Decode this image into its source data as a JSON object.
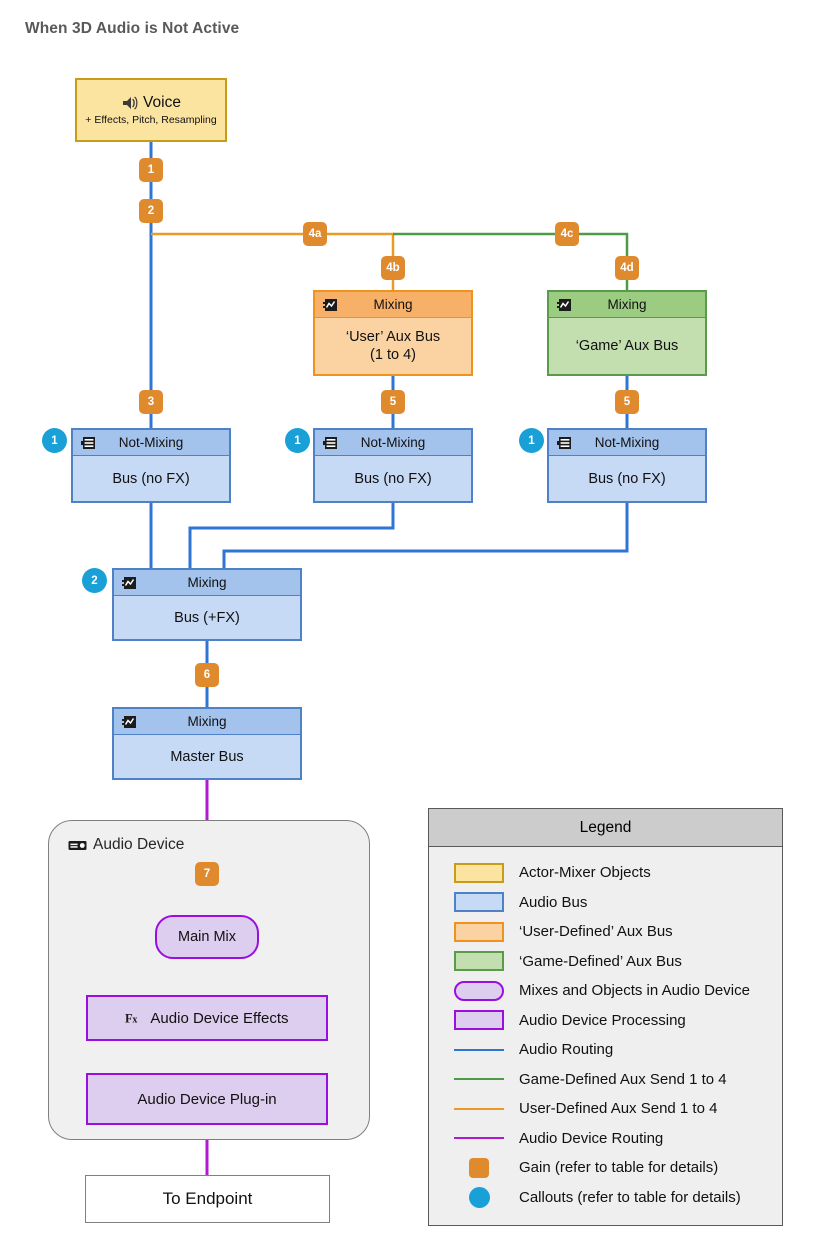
{
  "title": "When 3D Audio is Not Active",
  "colors": {
    "actor_mixer_fill": "#fbe3a0",
    "actor_mixer_stroke": "#c89b18",
    "audio_bus_fill": "#c6d9f5",
    "audio_bus_stroke": "#4f81c7",
    "user_aux_fill": "#fbd3a3",
    "user_aux_stroke": "#f0921e",
    "game_aux_fill": "#c3dfb0",
    "game_aux_stroke": "#5a9b4a",
    "device_fill": "#ddcdee",
    "device_stroke": "#9b0ee0",
    "audio_routing": "#2e75d4",
    "game_send": "#4e9b47",
    "user_send": "#eb9b24",
    "device_routing": "#b21ad1",
    "gain_badge": "#e08a2e",
    "callout_badge": "#18a0d7"
  },
  "nodes": {
    "voice": {
      "label": "Voice",
      "sublabel": "+ Effects, Pitch, Resampling",
      "icon": "voice-icon"
    },
    "user_aux": {
      "header": "Mixing",
      "body": "‘User’ Aux Bus\n(1 to 4)",
      "body_line1": "‘User’ Aux Bus",
      "body_line2": "(1 to 4)",
      "icon": "mixing-icon"
    },
    "game_aux": {
      "header": "Mixing",
      "body": "‘Game’ Aux Bus",
      "icon": "mixing-icon"
    },
    "bus_left": {
      "header": "Not-Mixing",
      "body": "Bus (no FX)",
      "icon": "not-mixing-icon",
      "callout": "1"
    },
    "bus_mid": {
      "header": "Not-Mixing",
      "body": "Bus (no FX)",
      "icon": "not-mixing-icon",
      "callout": "1"
    },
    "bus_right": {
      "header": "Not-Mixing",
      "body": "Bus (no FX)",
      "icon": "not-mixing-icon",
      "callout": "1"
    },
    "bus_fx": {
      "header": "Mixing",
      "body": "Bus (+FX)",
      "icon": "mixing-icon",
      "callout": "2"
    },
    "master_bus": {
      "header": "Mixing",
      "body": "Master Bus",
      "icon": "mixing-icon"
    },
    "audio_device": {
      "label": "Audio Device",
      "icon": "audio-device-icon"
    },
    "main_mix": {
      "label": "Main Mix"
    },
    "device_effects": {
      "label": "Audio Device Effects",
      "icon": "fx-icon"
    },
    "device_plugin": {
      "label": "Audio Device Plug-in"
    },
    "endpoint": {
      "label": "To Endpoint"
    }
  },
  "gains": {
    "g1": "1",
    "g2": "2",
    "g3": "3",
    "g4a": "4a",
    "g4b": "4b",
    "g4c": "4c",
    "g4d": "4d",
    "g5_mid": "5",
    "g5_right": "5",
    "g6": "6",
    "g7": "7"
  },
  "legend": {
    "title": "Legend",
    "items": [
      {
        "kind": "rect",
        "fill": "#fbe3a0",
        "stroke": "#c89b18",
        "label": "Actor-Mixer Objects"
      },
      {
        "kind": "rect",
        "fill": "#c6d9f5",
        "stroke": "#4f81c7",
        "label": "Audio Bus"
      },
      {
        "kind": "rect",
        "fill": "#fbd3a3",
        "stroke": "#f0921e",
        "label": "‘User-Defined’ Aux Bus"
      },
      {
        "kind": "rect",
        "fill": "#c3dfb0",
        "stroke": "#5a9b4a",
        "label": "‘Game-Defined’ Aux Bus"
      },
      {
        "kind": "pill",
        "fill": "#ddcdee",
        "stroke": "#9b0ee0",
        "label": "Mixes and Objects in Audio Device"
      },
      {
        "kind": "rect",
        "fill": "#ddcdee",
        "stroke": "#9b0ee0",
        "label": "Audio Device Processing"
      },
      {
        "kind": "line",
        "stroke": "#2e75d4",
        "label": "Audio Routing"
      },
      {
        "kind": "line",
        "stroke": "#4e9b47",
        "label": "Game-Defined Aux Send 1 to 4"
      },
      {
        "kind": "line",
        "stroke": "#eb9b24",
        "label": "User-Defined Aux Send 1 to 4"
      },
      {
        "kind": "line",
        "stroke": "#b21ad1",
        "label": "Audio Device Routing"
      },
      {
        "kind": "gain",
        "fill": "#e08a2e",
        "label": "Gain (refer to table for details)"
      },
      {
        "kind": "callout",
        "fill": "#18a0d7",
        "label": "Callouts (refer to table for details)"
      }
    ]
  }
}
